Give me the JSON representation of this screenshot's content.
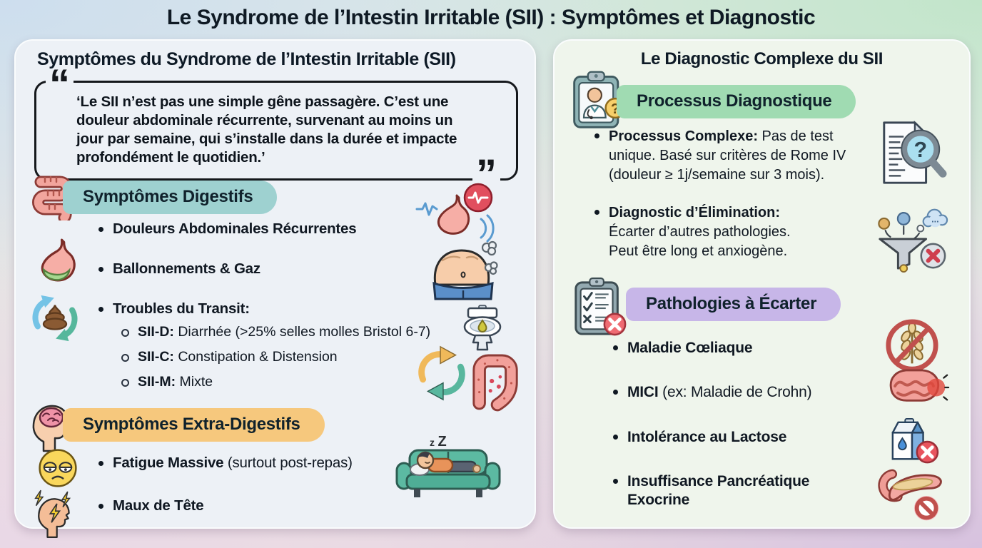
{
  "page_title": "Le Syndrome de l’Intestin Irritable (SII) : Symptômes et Diagnostic",
  "glyphs": {
    "quote_open": "“",
    "quote_close": "”",
    "question": "?",
    "ellipsis": "...",
    "sleep_z_small": "z",
    "sleep_z_big": "Z"
  },
  "left_panel": {
    "title": "Symptômes du Syndrome de l’Intestin Irritable (SII)",
    "quote": "‘Le SII n’est pas une simple gêne passagère. C’est une douleur abdominale récurrente, survenant au moins un jour par semaine, qui s’installe dans la durée et impacte profondément le quotidien.’",
    "digestive": {
      "header": "Symptômes Digestifs",
      "bullet_pain": "Douleurs Abdominales Récurrentes",
      "bullet_bloating": "Ballonnements & Gaz",
      "bullet_transit": "Troubles du Transit:",
      "transit_items": [
        {
          "label": "SII-D:",
          "text": " Diarrhée (>25% selles molles Bristol 6-7)"
        },
        {
          "label": "SII-C:",
          "text": " Constipation & Distension"
        },
        {
          "label": "SII-M:",
          "text": " Mixte"
        }
      ]
    },
    "extra": {
      "header": "Symptômes Extra-Digestifs",
      "bullet_fatigue_bold": "Fatigue Massive",
      "bullet_fatigue_rest": " (surtout post-repas)",
      "bullet_headache": "Maux de Tête"
    }
  },
  "right_panel": {
    "title": "Le Diagnostic Complexe du SII",
    "process": {
      "header": "Processus Diagnostique",
      "bullets": [
        {
          "label": "Processus Complexe:",
          "text": " Pas de test unique. Basé sur critères de Rome IV (douleur ≥ 1j/semaine sur 3 mois)."
        },
        {
          "label": "Diagnostic d’Élimination:",
          "text": " Écarter d’autres pathologies. Peut être long et anxiogène."
        }
      ]
    },
    "pathologies": {
      "header": "Pathologies à Écarter",
      "bullets": [
        {
          "label": "Maladie Cœliaque",
          "text": ""
        },
        {
          "label": "MICI",
          "text": " (ex: Maladie de Crohn)"
        },
        {
          "label": "Intolérance au Lactose",
          "text": ""
        },
        {
          "label": "Insuffisance Pancréatique Exocrine",
          "text": ""
        }
      ]
    }
  },
  "colors": {
    "teal_pill": "#9ed1d0",
    "orange_pill": "#f6c87d",
    "green_pill": "#a0dbb2",
    "purple_pill": "#c7b6e8",
    "left_panel_bg": "#edf1f6",
    "right_panel_bg": "#eff5ec",
    "text": "#101822",
    "alert_red": "#e14f5e"
  },
  "icons": {
    "intestine-icon": "coiled pink intestine",
    "stomach-icon": "stomach with green content",
    "transit-cycle-poop-icon": "poop with circular arrows",
    "brain-head-icon": "head profile with brain",
    "tired-face-icon": "exhausted yellow face",
    "headache-icon": "head with lightning bolts",
    "stomach-pulse-icon": "stomach with heartbeat alert",
    "bloated-belly-icon": "bloated belly with gas puffs",
    "toilet-icon": "toilet with droplet",
    "cycle-arrows-icon": "yellow and teal circular arrows",
    "colon-icon": "colon with spots",
    "couch-rest-icon": "person sleeping on couch",
    "clipboard-doctor-icon": "doctor clipboard with question badge",
    "doc-search-icon": "document with magnifying glass",
    "funnel-icon": "filter funnel with rejected item",
    "checklist-icon": "checklist clipboard with red cross",
    "no-gluten-icon": "wheat in prohibition circle",
    "inflamed-intestine-icon": "inflamed bowel",
    "lactose-icon": "milk carton with red cross",
    "pancreas-icon": "pancreas with prohibition sign"
  }
}
